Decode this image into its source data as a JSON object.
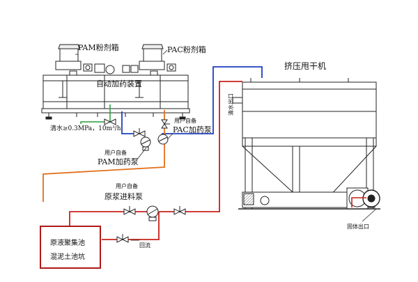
{
  "labels": {
    "pam_box": "PAM粉剂箱",
    "pac_box": "PAC粉剂箱",
    "dosing_device": "自动加药装置",
    "water_spec": "清水≥0.3MPa，10m³/h",
    "pac_pump_note": "用户自备",
    "pac_pump": "PAC加药泵",
    "pam_pump_note": "用户自备",
    "pam_pump": "PAM加药泵",
    "feed_pump_note": "用户自备",
    "feed_pump": "原浆进料泵",
    "dryer": "挤压甩干机",
    "clear_water_out": "清水出口",
    "solid_out": "固体出口",
    "return_flow": "回流",
    "tank_line1": "原液聚集池",
    "tank_line2": "混泥土池坑"
  },
  "colors": {
    "blue_line": "#1f3fbf",
    "red_line": "#c8201a",
    "orange_line": "#e0701c",
    "green_line": "#2a9a3a",
    "equipment": "#222222",
    "tank_border": "#b01818"
  }
}
